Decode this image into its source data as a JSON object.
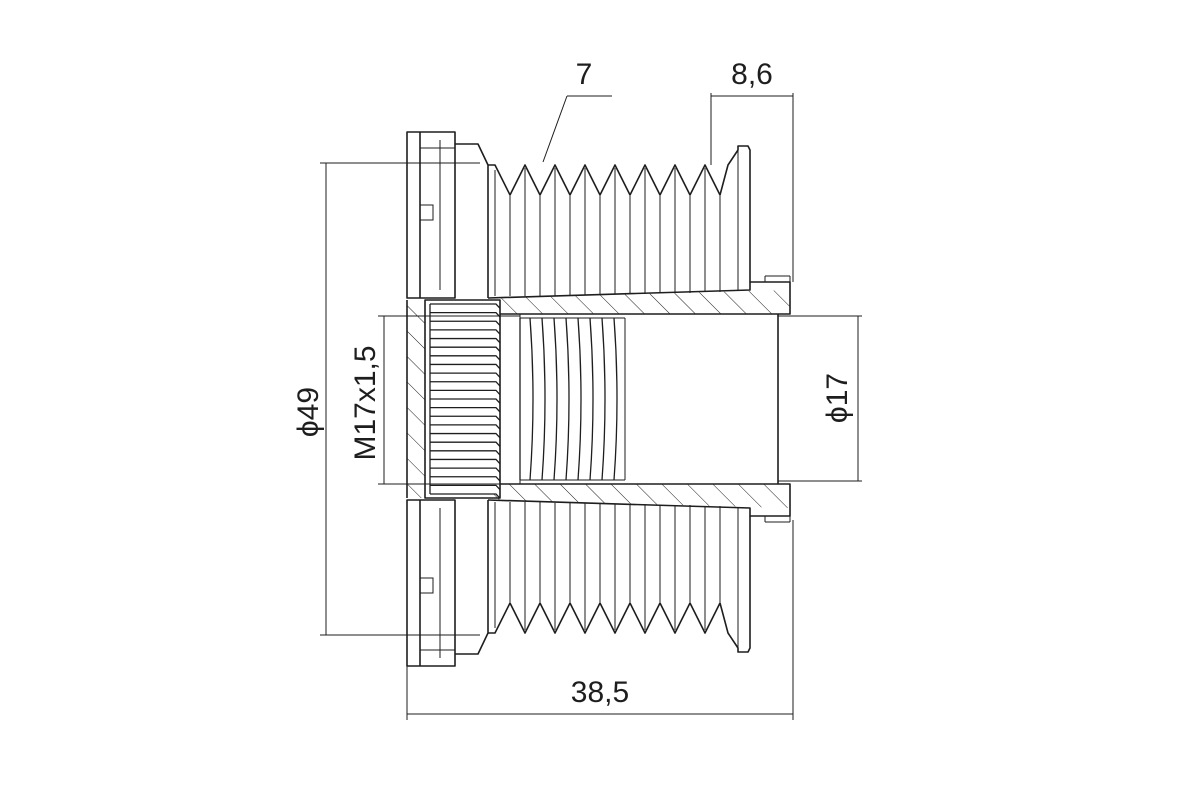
{
  "drawing": {
    "part": "alternator pulley",
    "groove_count_label": "7",
    "outer_diameter_label": "ϕ49",
    "bore_diameter_label": "ϕ17",
    "thread_label": "M17x1,5",
    "overall_length_label": "38,5",
    "flange_width_label": "8,6"
  },
  "colors": {
    "line": "#1e1e1e",
    "background": "#ffffff"
  }
}
